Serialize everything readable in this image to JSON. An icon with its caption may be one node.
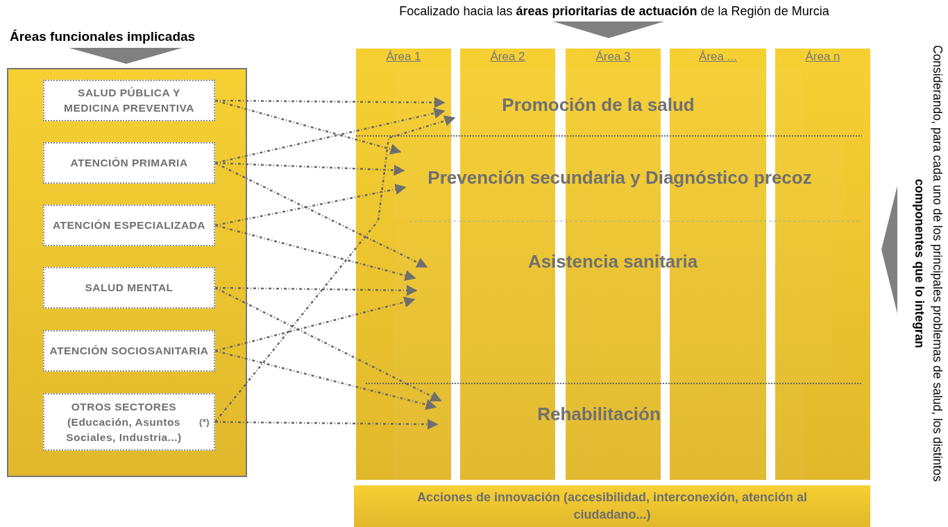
{
  "diagram": {
    "nodes": [
      {
        "text": [],
        "shape": "box"
      },
      {
        "text": [
          "SALUD PÚBLICA Y MEDICINA PREVENTIVA"
        ],
        "in": 0
      },
      {
        "text": [
          "ATENCIÓN PRIMARIA"
        ],
        "in": 0
      },
      {
        "text": [
          "ATENCIÓN ESPECIALIZADA"
        ],
        "in": 0
      },
      {
        "text": [
          "SALUD MENTAL"
        ],
        "in": 0
      },
      {
        "text": [
          "ATENCIÓN SOCIOSANITARIA"
        ],
        "in": 0
      },
      {
        "text": [
          "OTROS SECTORES (Educación, Asuntos Sociales, Industria...) $^{(*)}$"
        ],
        "in": 0
      },
      {
        "text": [
          "Promoción de la salud"
        ]
      },
      {
        "text": [
          "Prevención secundaria y Diagnóstico precoz"
        ]
      },
      {
        "text": [
          "Asistencia sanitaria"
        ]
      },
      {
        "text": [
          "Rehabilitación"
        ]
      },
      {
        "text": [
          "Acciones de innovación (accesibilidad, interconexión, atención al ciudadano...)"
        ]
      }
    ],
    "edges": [
      {
        "from": 1,
        "to": 7,
        "arrow": "to"
      },
      {
        "from": 1,
        "to": 8,
        "arrow": "to"
      },
      {
        "from": 2,
        "to": 7,
        "arrow": "to"
      },
      {
        "from": 2,
        "to": 8,
        "arrow": "to"
      },
      {
        "from": 2,
        "to": 9,
        "arrow": "to"
      },
      {
        "from": 3,
        "to": 8,
        "arrow": "to"
      },
      {
        "from": 3,
        "to": 9,
        "arrow": "to"
      },
      {
        "from": 4,
        "to": 9,
        "arrow": "to"
      },
      {
        "from": 4,
        "to": 10,
        "arrow": "to"
      },
      {
        "from": 5,
        "to": 9,
        "arrow": "to"
      },
      {
        "from": 5,
        "to": 10,
        "arrow": "to"
      },
      {
        "from": 6,
        "to": 7,
        "arrow": "to"
      },
      {
        "from": 6,
        "to": 10,
        "arrow": "to"
      }
    ],
    "labels": [
      "Focalizado hacia las **áreas prioritarias de actuación** de la Región de Murcia",
      "Áreas funcionales implicadas",
      "Considerando, para cada uno de los principales problemas de salud, los distintos **componentes que lo integran**",
      "Área 1",
      "Área 2",
      "Área 3",
      "Área ...",
      "Área n"
    ]
  }
}
